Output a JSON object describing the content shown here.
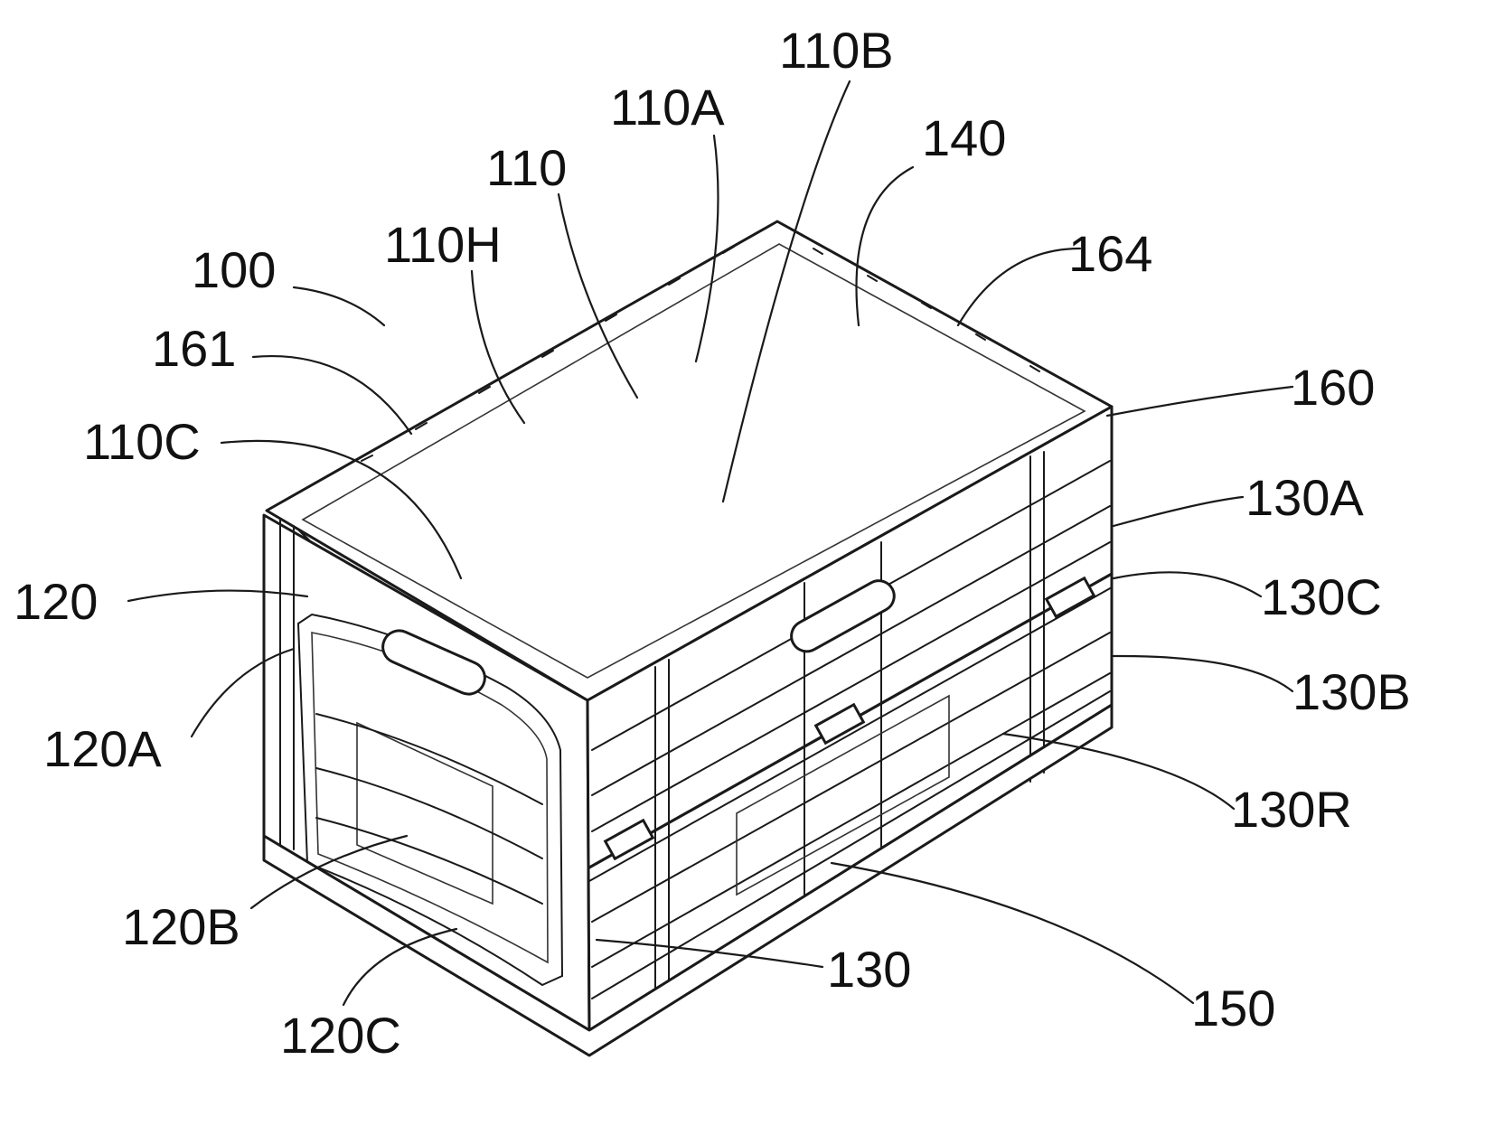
{
  "figure": {
    "labels": {
      "l100": "100",
      "l110": "110",
      "l110A": "110A",
      "l110B": "110B",
      "l110H": "110H",
      "l110C": "110C",
      "l140": "140",
      "l164": "164",
      "l160": "160",
      "l161": "161",
      "l120": "120",
      "l120A": "120A",
      "l120B": "120B",
      "l120C": "120C",
      "l130": "130",
      "l130A": "130A",
      "l130B": "130B",
      "l130C": "130C",
      "l130R": "130R",
      "l150": "150"
    }
  }
}
